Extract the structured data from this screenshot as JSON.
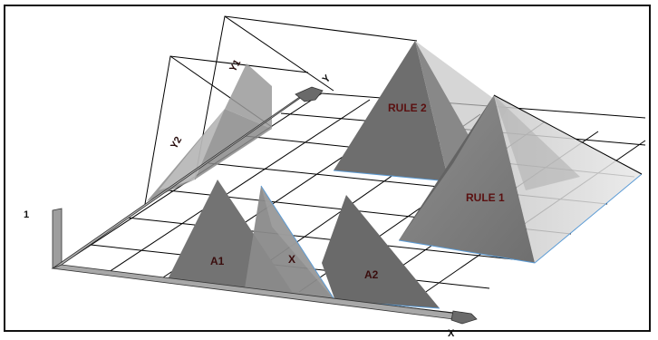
{
  "diagram": {
    "labels": {
      "rule1": "RULE 1",
      "rule2": "RULE 2",
      "a1": "A1",
      "a2": "A2",
      "x_set": "X",
      "y1": "Y1",
      "y2": "Y2",
      "y_axis": "Y",
      "x_axis": "X",
      "membership": "1"
    },
    "colors": {
      "frame": "#111111",
      "grid_line": "#000000",
      "fuzzy_set_fill": "#7a7a7a",
      "rule_pyramid_fill": "#9a9a9a",
      "rule_label": "#5a1010",
      "axis_fill": "#9e9e9e"
    }
  }
}
